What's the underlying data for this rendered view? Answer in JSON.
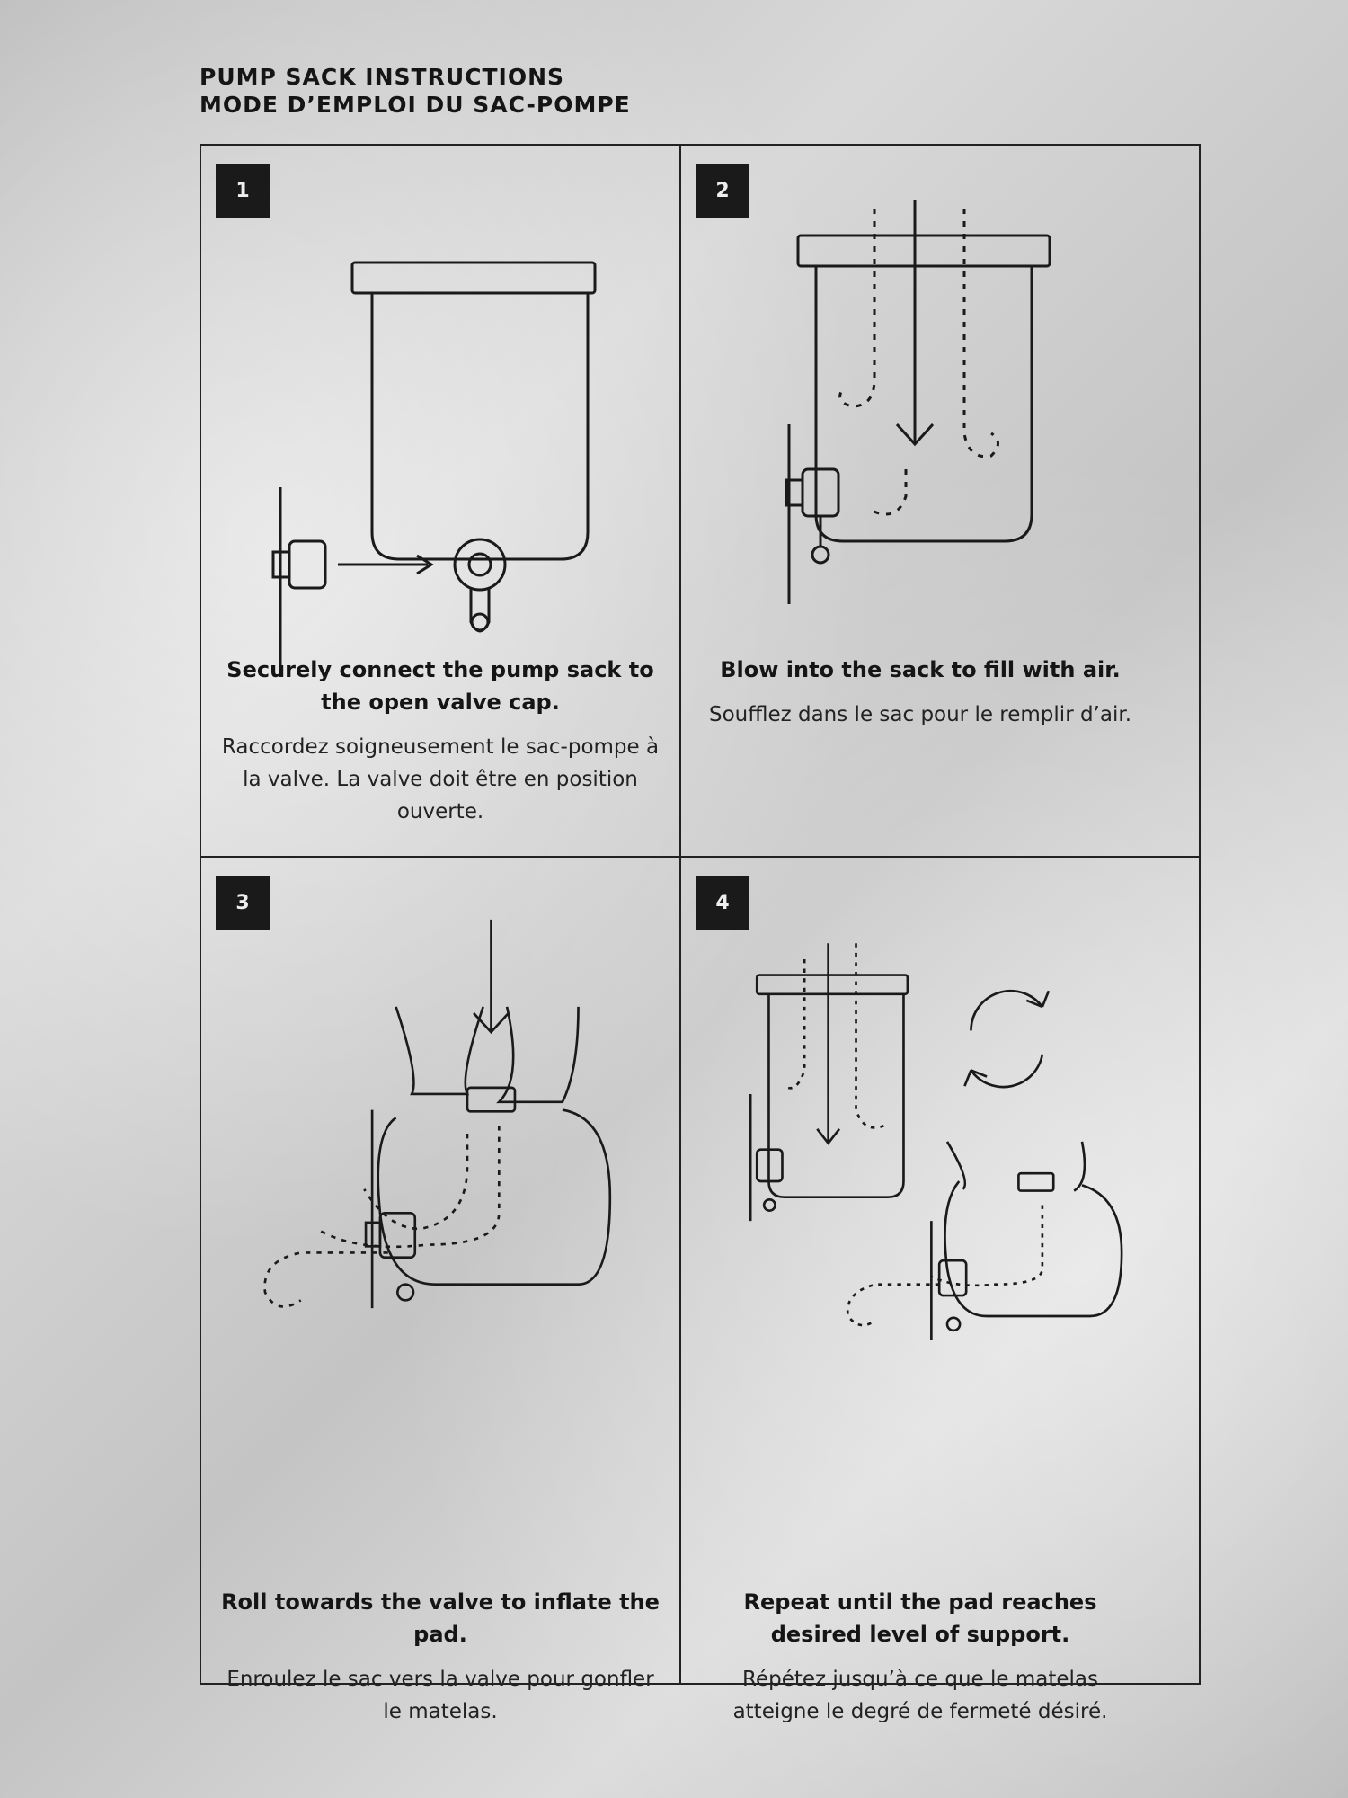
{
  "header": {
    "title_en": "PUMP SACK INSTRUCTIONS",
    "title_fr": "MODE D’EMPLOI DU SAC-POMPE"
  },
  "steps": [
    {
      "number": "1",
      "en": "Securely connect the pump sack to the open valve cap.",
      "fr": "Raccordez soigneusement le sac-pompe à la valve. La valve doit être en position ouverte."
    },
    {
      "number": "2",
      "en": "Blow into the sack to fill with air.",
      "fr": "Soufflez dans le sac pour le remplir d’air."
    },
    {
      "number": "3",
      "en": "Roll towards the valve to inflate the pad.",
      "fr": "Enroulez le sac vers la valve pour gonfler le matelas."
    },
    {
      "number": "4",
      "en": "Repeat until the pad reaches desired level of support.",
      "fr": "Répétez jusqu’à ce que le matelas atteigne le degré de fermeté désiré."
    }
  ]
}
